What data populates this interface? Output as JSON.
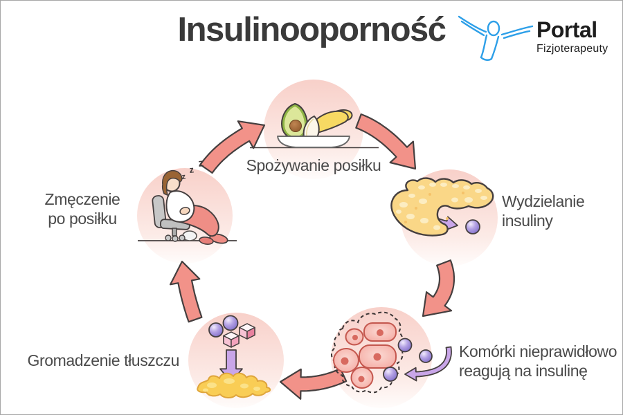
{
  "header": {
    "title": "Insulinooporność",
    "brand": {
      "name": "Portal",
      "subtitle": "Fizjoterapeuty"
    }
  },
  "cycle": {
    "stages": [
      {
        "id": "meal",
        "label": "Spożywanie posiłku"
      },
      {
        "id": "insulin-secretion",
        "label": "Wydzielanie\ninsuliny"
      },
      {
        "id": "cell-resistance",
        "label": "Komórki nieprawidłowo\nreagują na insulinę"
      },
      {
        "id": "fat-storage",
        "label": "Gromadzenie tłuszczu"
      },
      {
        "id": "fatigue",
        "label": "Zmęczenie\npo posiłku",
        "sleep_sounds": [
          "z",
          "z",
          "z"
        ]
      }
    ]
  },
  "icons": {
    "meal": "meal-plate-icon",
    "insulin_secretion": "pancreas-icon",
    "cell_resistance": "resistant-cells-icon",
    "fat_storage": "sugar-to-fat-icon",
    "fatigue": "sleeping-person-icon",
    "brand": "physio-figure-icon"
  },
  "colors": {
    "title_text": "#3a3a3a",
    "label_text": "#4a4a4a",
    "brand_text": "#1d1d1d",
    "logo_blue": "#2d9fe8",
    "arrow_fill": "#f29289",
    "outline_dark": "#453f3f",
    "circle_gradient_top": "#f8d0c9",
    "circle_gradient_bottom": "#fffcfb",
    "purple_arrow": "#c9a6e9",
    "insulin_sphere": "#b3a1e4",
    "pancreas_yellow": "#fad787",
    "cell_pink": "#f5aca4",
    "cell_outline": "#c4574e",
    "fat_yellow": "#f9cd55",
    "sugar_pink": "#f2a3bc"
  }
}
